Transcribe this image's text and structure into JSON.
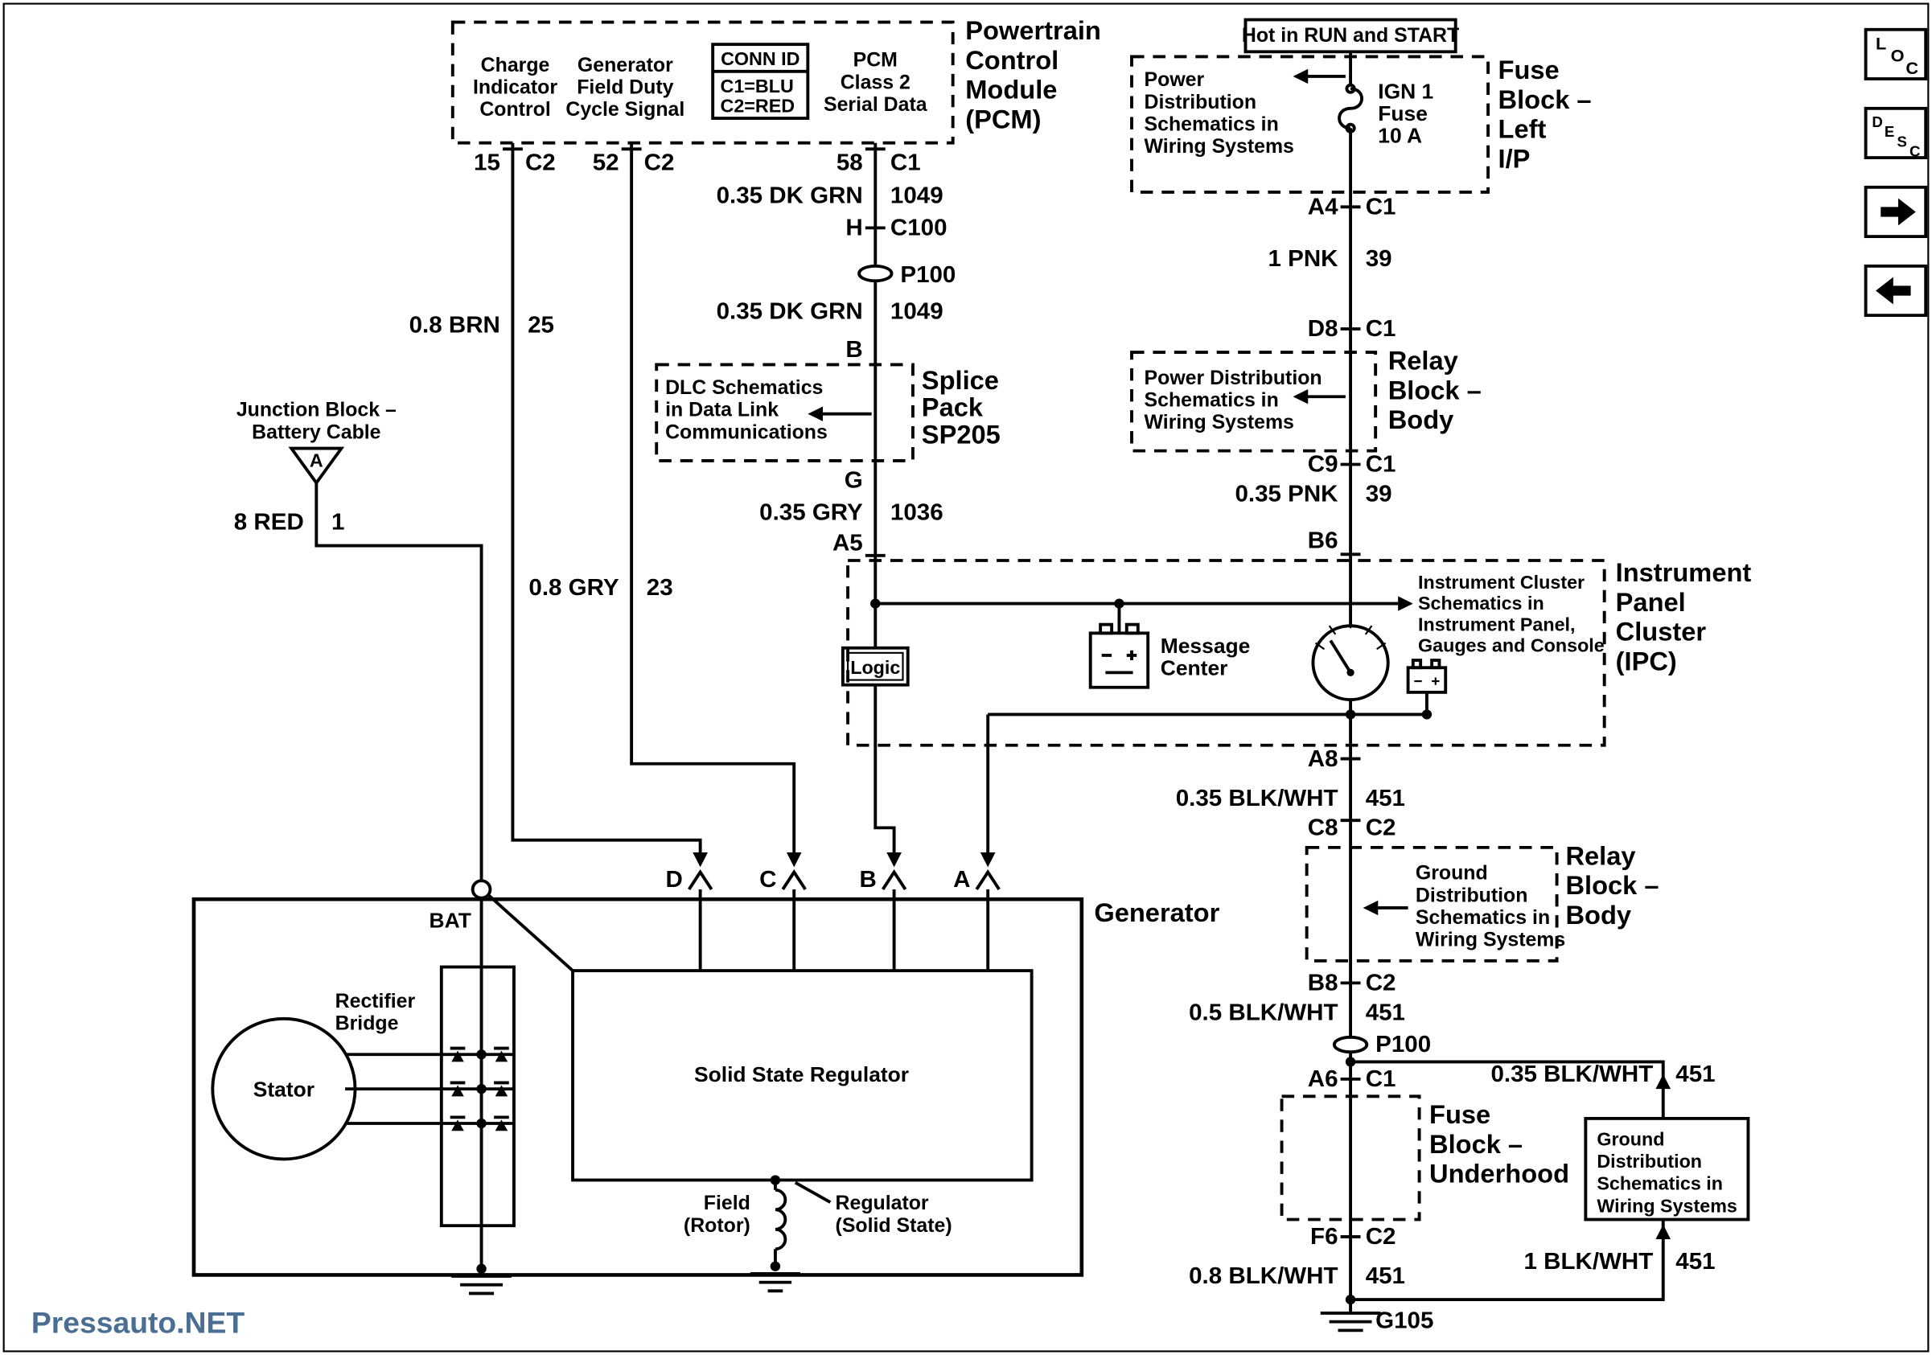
{
  "colors": {
    "background": "#ffffff",
    "ink": "#000000",
    "watermark": "#4b6f94"
  },
  "watermark": "Pressauto.NET",
  "nav": {
    "loc": [
      "L",
      "O",
      "C"
    ],
    "desc": [
      "D",
      "E",
      "S",
      "C"
    ]
  },
  "pcm": {
    "title": [
      "Powertrain",
      "Control",
      "Module",
      "(PCM)"
    ],
    "charge_indicator": [
      "Charge",
      "Indicator",
      "Control"
    ],
    "field_duty": [
      "Generator",
      "Field Duty",
      "Cycle Signal"
    ],
    "conn_id": {
      "header": "CONN ID",
      "row1": "C1=BLU",
      "row2": "C2=RED"
    },
    "serial": [
      "PCM",
      "Class 2",
      "Serial Data"
    ],
    "pin15": {
      "num": "15",
      "conn": "C2"
    },
    "pin52": {
      "num": "52",
      "conn": "C2"
    },
    "pin58": {
      "num": "58",
      "conn": "C1"
    }
  },
  "splice": {
    "note": [
      "DLC Schematics",
      "in Data Link",
      "Communications"
    ],
    "title": [
      "Splice",
      "Pack",
      "SP205"
    ]
  },
  "junction": {
    "title": [
      "Junction Block –",
      "Battery Cable"
    ],
    "id": "A",
    "wire": {
      "gauge": "8 RED",
      "circuit": "1"
    }
  },
  "wires": {
    "brn": {
      "gauge": "0.8 BRN",
      "circuit": "25"
    },
    "gry": {
      "gauge": "0.8 GRY",
      "circuit": "23"
    },
    "dkgrn_a": {
      "gauge": "0.35 DK GRN",
      "circuit": "1049"
    },
    "dkgrn_b": {
      "gauge": "0.35 DK GRN",
      "circuit": "1049"
    },
    "gry_b": {
      "gauge": "0.35 GRY",
      "circuit": "1036"
    },
    "pnk": {
      "gauge": "1 PNK",
      "circuit": "39"
    },
    "pnk_b": {
      "gauge": "0.35 PNK",
      "circuit": "39"
    },
    "blkwht_a": {
      "gauge": "0.35 BLK/WHT",
      "circuit": "451"
    },
    "blkwht_b": {
      "gauge": "0.5 BLK/WHT",
      "circuit": "451"
    },
    "blkwht_c": {
      "gauge": "0.35 BLK/WHT",
      "circuit": "451"
    },
    "blkwht_d": {
      "gauge": "0.8 BLK/WHT",
      "circuit": "451"
    },
    "blkwht_e": {
      "gauge": "1 BLK/WHT",
      "circuit": "451"
    }
  },
  "conns": {
    "c100": {
      "pin": "H",
      "name": "C100"
    },
    "p100_a": "P100",
    "p100_b": "P100",
    "b": "B",
    "g": "G",
    "a5": "A5",
    "b6": "B6",
    "a8": "A8",
    "a4": {
      "pin": "A4",
      "conn": "C1"
    },
    "d8": {
      "pin": "D8",
      "conn": "C1"
    },
    "c9": {
      "pin": "C9",
      "conn": "C1"
    },
    "c8": {
      "pin": "C8",
      "conn": "C2"
    },
    "b8": {
      "pin": "B8",
      "conn": "C2"
    },
    "a6": {
      "pin": "A6",
      "conn": "C1"
    },
    "f6": {
      "pin": "F6",
      "conn": "C2"
    },
    "g105": "G105"
  },
  "power": {
    "hot": "Hot in RUN and START",
    "fuse_block_left": {
      "note": [
        "Power",
        "Distribution",
        "Schematics in",
        "Wiring Systems"
      ],
      "fuse": [
        "IGN 1",
        "Fuse",
        "10 A"
      ],
      "title": [
        "Fuse",
        "Block –",
        "Left",
        "I/P"
      ]
    },
    "relay_block": {
      "note": [
        "Power Distribution",
        "Schematics in",
        "Wiring Systems"
      ],
      "title": [
        "Relay",
        "Block –",
        "Body"
      ]
    }
  },
  "ipc": {
    "title": [
      "Instrument",
      "Panel",
      "Cluster",
      "(IPC)"
    ],
    "logic": "Logic",
    "message_center": [
      "Message",
      "Center"
    ],
    "note": [
      "Instrument Cluster",
      "Schematics in",
      "Instrument Panel,",
      "Gauges and Console"
    ]
  },
  "ground_path": {
    "relay_block": {
      "note": [
        "Ground",
        "Distribution",
        "Schematics in",
        "Wiring Systems"
      ],
      "title": [
        "Relay",
        "Block –",
        "Body"
      ]
    },
    "fuse_block_underhood": {
      "title": [
        "Fuse",
        "Block –",
        "Underhood"
      ]
    },
    "ground_dist": [
      "Ground",
      "Distribution",
      "Schematics in",
      "Wiring Systems"
    ]
  },
  "generator": {
    "title": "Generator",
    "bat": "BAT",
    "rectifier": [
      "Rectifier",
      "Bridge"
    ],
    "stator": "Stator",
    "regulator": "Solid State Regulator",
    "field": [
      "Field",
      "(Rotor)"
    ],
    "field_reg": [
      "Regulator",
      "(Solid State)"
    ],
    "terminals": [
      "D",
      "C",
      "B",
      "A"
    ]
  }
}
